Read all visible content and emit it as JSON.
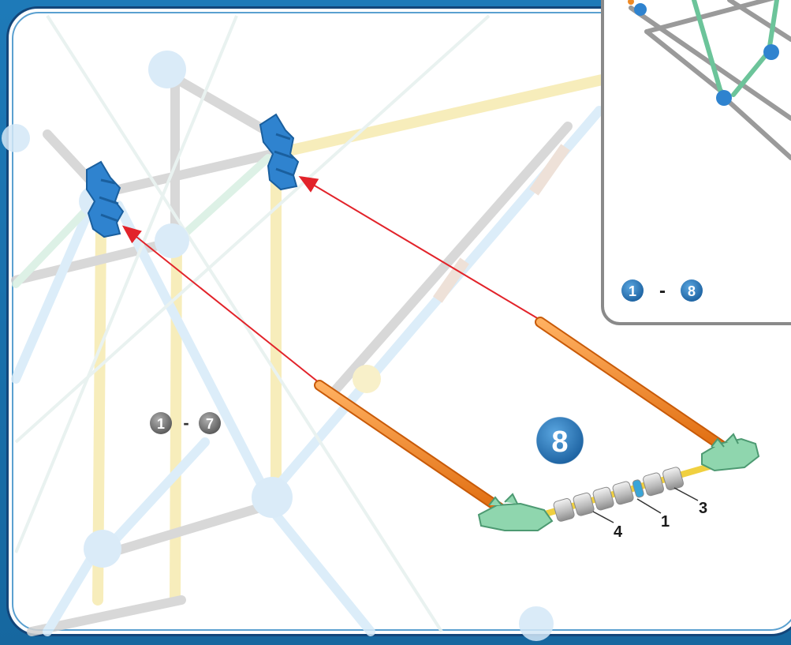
{
  "main_step": {
    "number": "8"
  },
  "previous_steps": {
    "from": "1",
    "dash": "-",
    "to": "7"
  },
  "inset": {
    "from": "1",
    "dash": "-",
    "to": "8"
  },
  "part_callouts": {
    "left": "4",
    "center": "1",
    "right": "3"
  },
  "colors": {
    "frame_blue": "#1b6fa8",
    "connector_blue": "#2a7fc8",
    "rod_orange": "#f08a24",
    "arrow_red": "#e2232a",
    "clip_green": "#7cc8a0",
    "rod_yellow": "#f4e6a0",
    "rod_grey": "#c9c9c9",
    "ghost_blue": "#cfe6f7"
  }
}
